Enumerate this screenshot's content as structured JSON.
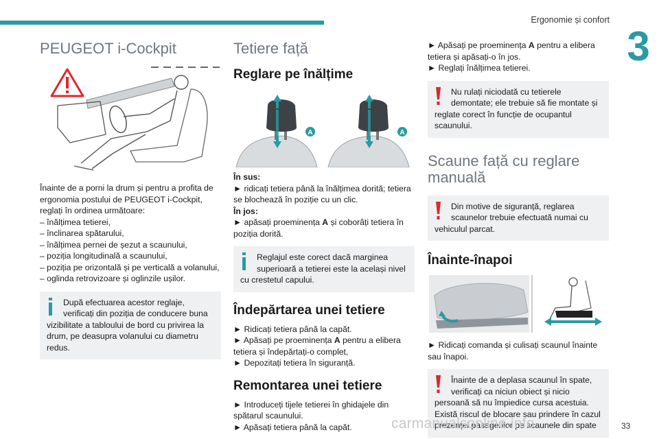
{
  "header": {
    "title": "Ergonomie și confort",
    "chapter": "3"
  },
  "page_number": "33",
  "watermark": "carmanualsonline.info",
  "icons": {
    "warning": "warning-exclamation-icon",
    "info": "info-icon",
    "accent": "#2a9aa3",
    "warn_color": "#e0262b"
  },
  "col1": {
    "title": "PEUGEOT i-Cockpit",
    "intro": "Înainte de a porni la drum și pentru a profita de ergonomia postului de PEUGEOT i-Cockpit, reglați în ordinea următoare:",
    "list": [
      "–  înălțimea tetierei,",
      "–  înclinarea spătarului,",
      "–  înălțimea pernei de șezut a scaunului,",
      "–  poziția longitudinală a scaunului,",
      "–  poziția pe orizontală și pe verticală a volanului,",
      "–  oglinda retrovizoare și oglinzile ușilor."
    ],
    "info_box": {
      "first": "După efectuarea acestor reglaje, verificați din poziția de conducere buna",
      "rest": "vizibilitate a tabloului de bord cu privirea la drum, pe deasupra volanului cu diametru redus."
    }
  },
  "col2": {
    "title": "Tetiere față",
    "sub1": "Reglare pe înălțime",
    "label_a": "A",
    "up_label": "În sus:",
    "up_text": "►  ridicați tetiera până la înălțimea dorită; tetiera se blochează în poziție cu un clic.",
    "down_label": "În jos:",
    "down_text_pre": "►  apăsați proeminența ",
    "down_text_bold": "A",
    "down_text_post": " și coborâți tetiera în poziția dorită.",
    "info_box": {
      "first": "Reglajul este corect dacă marginea superioară a tetierei este la același nivel",
      "rest": "cu crestetul capului."
    },
    "sub2": "Îndepărtarea unei tetiere",
    "remove_1": "►  Ridicați tetiera până la capăt.",
    "remove_2_pre": "►  Apăsați pe proeminența ",
    "remove_2_bold": "A",
    "remove_2_post": " pentru a elibera tetiera și îndepărtați-o complet,",
    "remove_3": "►  Depozitați tetiera în siguranță.",
    "sub3": "Remontarea unei tetiere",
    "refit_1": "►  Introduceți tijele tetierei în ghidajele din spătarul scaunului.",
    "refit_2": "►  Apăsați tetiera până la capăt."
  },
  "col3": {
    "cont_1_pre": "►  Apăsați pe proeminența ",
    "cont_1_bold": "A",
    "cont_1_post": " pentru a elibera tetiera și apăsați-o în jos.",
    "cont_2": "►  Reglați înălțimea tetierei.",
    "warn_box1": {
      "first": "Nu rulați niciodată cu tetierele demontate; ele trebuie să fie montate și",
      "rest": "reglate corect în funcție de ocupantul scaunului."
    },
    "title": "Scaune față cu reglare manuală",
    "warn_box2": {
      "first": "Din motive de siguranță, reglarea scaunelor trebuie efectuată numai cu",
      "rest": "vehiculul parcat."
    },
    "sub1": "Înainte-înapoi",
    "fwd_text": "►  Ridicați comanda și culisați scaunul înainte sau înapoi.",
    "warn_box3": {
      "first": "Înainte de a deplasa scaunul în spate, verificați ca niciun obiect și nicio",
      "rest": "persoană să nu împiedice cursa acestuia. Există riscul de blocare sau prindere în cazul prezenței pasagerilor pe scaunele din spate"
    }
  }
}
